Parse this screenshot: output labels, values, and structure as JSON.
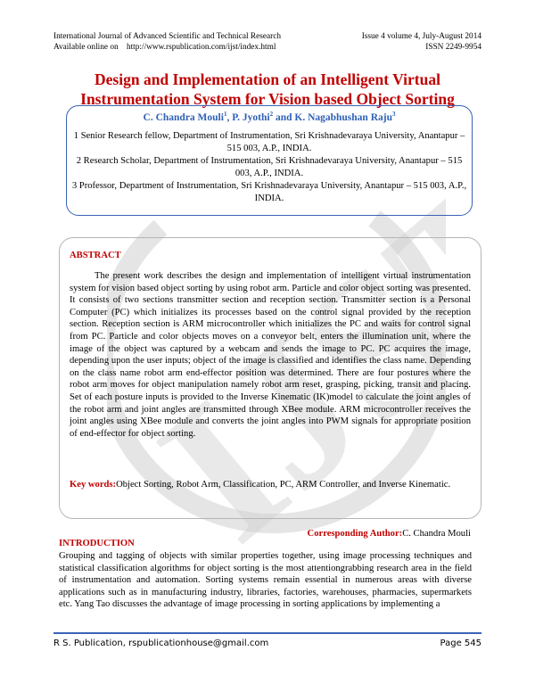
{
  "header": {
    "journal": "International Journal of Advanced Scientific and Technical Research",
    "issue": "Issue 4 volume 4, July-August 2014",
    "available_label": "Available online on",
    "url": "http://www.rspublication.com/ijst/index.html",
    "issn": "ISSN 2249-9954"
  },
  "title": {
    "line1": "Design and Implementation of an Intelligent Virtual",
    "line2": "Instrumentation System for Vision based Object Sorting"
  },
  "authors": {
    "a1": "C. Chandra Mouli",
    "a1_sup": "1",
    "a2": "P. Jyothi",
    "a2_sup": "2",
    "and": "and",
    "a3": "K. Nagabhushan Raju",
    "a3_sup": "3"
  },
  "affiliations": [
    "1 Senior Research fellow, Department of Instrumentation, Sri Krishnadevaraya University, Anantapur – 515 003, A.P., INDIA.",
    "2 Research Scholar, Department of Instrumentation, Sri Krishnadevaraya University, Anantapur – 515 003, A.P., INDIA.",
    "3 Professor, Department of Instrumentation, Sri Krishnadevaraya University, Anantapur – 515 003, A.P., INDIA."
  ],
  "abstract": {
    "heading": "ABSTRACT",
    "text": "The present work describes the design and implementation of intelligent virtual instrumentation system for vision based object sorting by using robot arm. Particle and color object sorting was presented. It consists of two sections transmitter section and reception section. Transmitter section is a Personal Computer (PC) which initializes its processes based on the control signal provided by the reception section. Reception section is ARM microcontroller which initializes the PC and waits for control signal from PC. Particle and color objects moves on a conveyor belt, enters the illumination unit, where the image of the object was captured by a webcam and sends the image to PC. PC acquires the image, depending upon the user inputs; object of the image is classified and identifies the class name. Depending on the class name robot arm end-effector position was determined. There are four postures where the robot arm moves for object manipulation namely robot arm reset, grasping, picking, transit and placing. Set of each posture inputs is provided to the Inverse Kinematic (IK)model to calculate the joint angles of the robot arm and joint angles are transmitted through XBee module. ARM microcontroller receives the joint angles using XBee module and converts the joint angles into PWM signals for appropriate position of end-effector for object sorting."
  },
  "keywords": {
    "label": "Key words:",
    "text": "Object Sorting, Robot Arm, Classification, PC, ARM Controller, and Inverse Kinematic."
  },
  "corresponding": {
    "label": "Corresponding Author:",
    "name": "C. Chandra Mouli"
  },
  "introduction": {
    "heading": "INTRODUCTION",
    "text": "Grouping and tagging of objects with similar properties together, using image processing techniques and statistical classification algorithms for object sorting is the most attentiongrabbing research area in the field of instrumentation and automation. Sorting systems remain essential in numerous areas with diverse applications such as in manufacturing industry, libraries, factories, warehouses, pharmacies, supermarkets etc. Yang Tao discusses the advantage of image processing in sorting applications by implementing a"
  },
  "footer": {
    "publisher": "R S. Publication, rspublicationhouse@gmail.com",
    "page": "Page 545"
  },
  "watermark": {
    "text": "IJST",
    "color": "#cfcfcf"
  },
  "colors": {
    "title": "#c00000",
    "authors": "#2e61b5",
    "box_border": "#3a62b8"
  }
}
